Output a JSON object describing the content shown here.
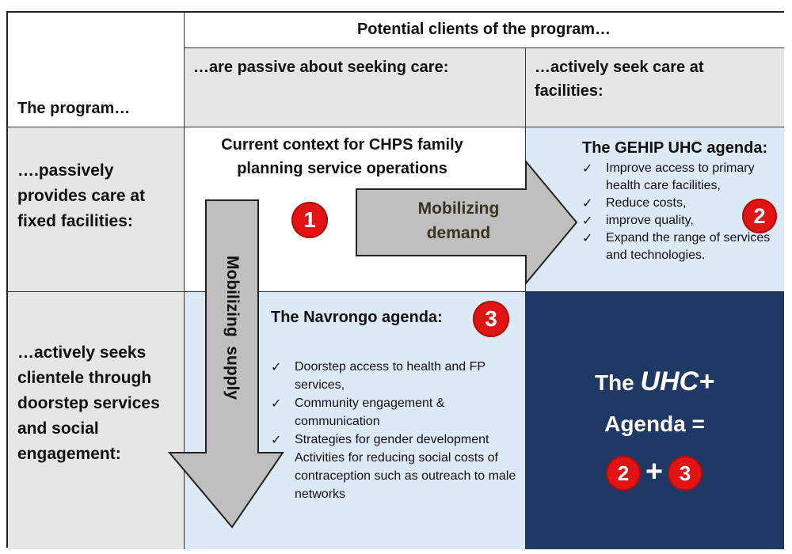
{
  "header": {
    "top": "Potential clients of the program…",
    "row_header": "The program…",
    "col_passive": "…are passive about seeking care:",
    "col_active": "…actively seek care at facilities:"
  },
  "rows": {
    "row1_label": "….passively provides care at fixed facilities:",
    "row2_label": "…actively seeks clientele through doorstep services and social engagement:"
  },
  "cell1": {
    "title": "Current context for CHPS family planning service operations",
    "badge": "1"
  },
  "cell2": {
    "title": "The GEHIP UHC agenda:",
    "badge": "2",
    "items": [
      "Improve access to primary health care facilities,",
      "Reduce costs,",
      "improve quality,",
      "Expand the range of services and technologies."
    ]
  },
  "cell3": {
    "title": "The Navrongo agenda:",
    "badge": "3",
    "items": [
      "Doorstep access to health and FP services,",
      "Community engagement & communication",
      "Strategies for gender development",
      "Activities for reducing social costs of contraception such as outreach to  male networks"
    ]
  },
  "cell4": {
    "line1_prefix": "The ",
    "line1_em": "UHC+",
    "line2": "Agenda =",
    "badge_a": "2",
    "plus": "+",
    "badge_b": "3"
  },
  "arrows": {
    "right_label": "Mobilizing demand",
    "down_label": "Mobilizing  supply"
  },
  "check_mark": "✓",
  "colors": {
    "gray": "#e6e6e6",
    "light_blue": "#dce9f6",
    "navy": "#1f3864",
    "arrow_fill": "#bfbfbf",
    "badge_red": "#e01414"
  }
}
